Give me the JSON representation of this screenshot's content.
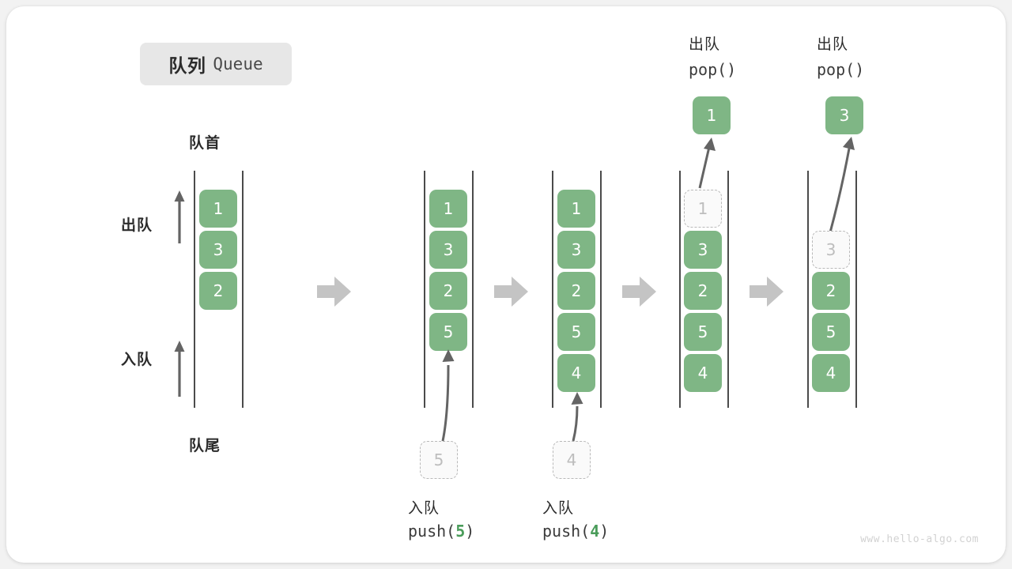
{
  "title": {
    "cn": "队列",
    "en": "Queue"
  },
  "labels": {
    "head": "队首",
    "tail": "队尾",
    "dequeue_arrow": "出队",
    "enqueue_arrow": "入队"
  },
  "colors": {
    "cell_fill": "#7fb685",
    "cell_text": "#ffffff",
    "ghost_border": "#b9b9b9",
    "ghost_text": "#bdbdbd",
    "rail": "#4b4b4b",
    "arrow": "#646464",
    "step_arrow": "#c4c4c4",
    "badge_bg": "#e7e7e7",
    "accent_number": "#4a9c5a"
  },
  "watermark": "www.hello-algo.com",
  "step_arrow_icon": "right-block-arrow",
  "columns": [
    {
      "id": "initial",
      "cells": [
        {
          "value": "1",
          "state": "filled"
        },
        {
          "value": "3",
          "state": "filled"
        },
        {
          "value": "2",
          "state": "filled"
        }
      ],
      "caption_cn": "",
      "caption_code": "",
      "pending": null,
      "popped": null,
      "pop_caption_cn": "",
      "pop_caption_code": ""
    },
    {
      "id": "after-push-5",
      "cells": [
        {
          "value": "1",
          "state": "filled"
        },
        {
          "value": "3",
          "state": "filled"
        },
        {
          "value": "2",
          "state": "filled"
        },
        {
          "value": "5",
          "state": "filled"
        }
      ],
      "caption_cn": "入队",
      "caption_code_prefix": "push(",
      "caption_code_num": "5",
      "caption_code_suffix": ")",
      "pending": {
        "value": "5",
        "state": "ghost"
      },
      "popped": null,
      "pop_caption_cn": "",
      "pop_caption_code": ""
    },
    {
      "id": "after-push-4",
      "cells": [
        {
          "value": "1",
          "state": "filled"
        },
        {
          "value": "3",
          "state": "filled"
        },
        {
          "value": "2",
          "state": "filled"
        },
        {
          "value": "5",
          "state": "filled"
        },
        {
          "value": "4",
          "state": "filled"
        }
      ],
      "caption_cn": "入队",
      "caption_code_prefix": "push(",
      "caption_code_num": "4",
      "caption_code_suffix": ")",
      "pending": {
        "value": "4",
        "state": "ghost"
      },
      "popped": null,
      "pop_caption_cn": "",
      "pop_caption_code": ""
    },
    {
      "id": "after-pop-1",
      "cells": [
        {
          "value": "1",
          "state": "ghost"
        },
        {
          "value": "3",
          "state": "filled"
        },
        {
          "value": "2",
          "state": "filled"
        },
        {
          "value": "5",
          "state": "filled"
        },
        {
          "value": "4",
          "state": "filled"
        }
      ],
      "caption_cn": "",
      "caption_code": "",
      "pending": null,
      "popped": {
        "value": "1",
        "state": "filled"
      },
      "pop_caption_cn": "出队",
      "pop_caption_code": "pop()"
    },
    {
      "id": "after-pop-3",
      "cells": [
        {
          "value": "3",
          "state": "ghost"
        },
        {
          "value": "2",
          "state": "filled"
        },
        {
          "value": "5",
          "state": "filled"
        },
        {
          "value": "4",
          "state": "filled"
        }
      ],
      "caption_cn": "",
      "caption_code": "",
      "pending": null,
      "popped": {
        "value": "3",
        "state": "filled"
      },
      "pop_caption_cn": "出队",
      "pop_caption_code": "pop()"
    }
  ]
}
